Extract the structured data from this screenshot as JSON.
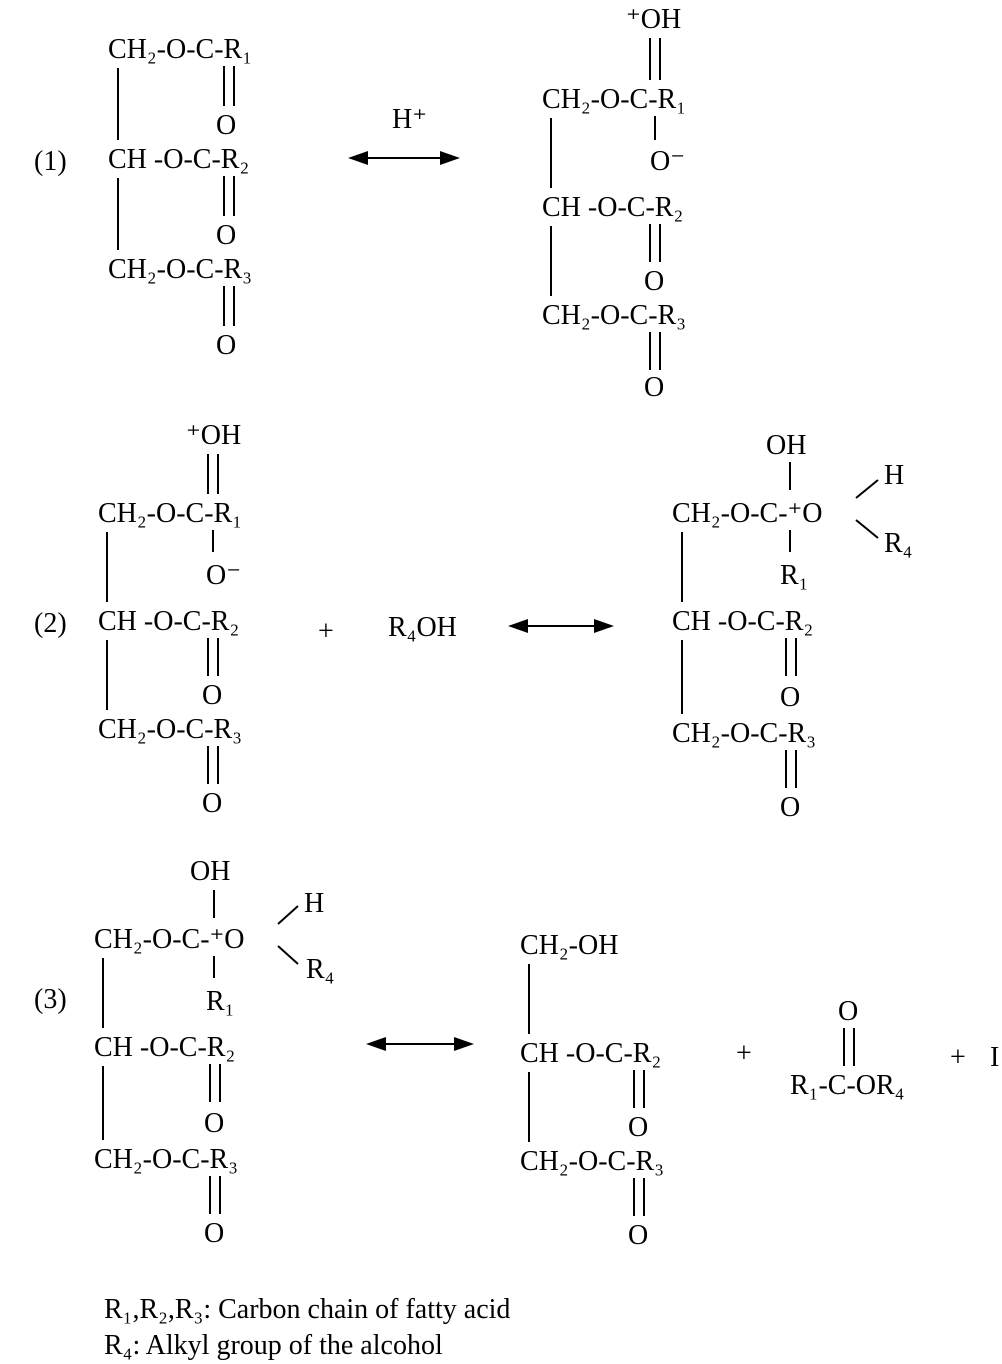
{
  "reactions": [
    {
      "label": "(1)",
      "reactant": {
        "rows": [
          {
            "group": "CH₂-O-C-R₁",
            "carbonyl_o": "O"
          },
          {
            "group": "CH -O-C-R₂",
            "carbonyl_o": "O"
          },
          {
            "group": "CH₂-O-C-R₃",
            "carbonyl_o": "O"
          }
        ]
      },
      "catalyst": "H⁺",
      "product": {
        "top_substituent": "⁺OH",
        "bottom_substituent": "O⁻",
        "rows": [
          {
            "group": "CH₂-O-C-R₁"
          },
          {
            "group": "CH -O-C-R₂",
            "carbonyl_o": "O"
          },
          {
            "group": "CH₂-O-C-R₃",
            "carbonyl_o": "O"
          }
        ]
      }
    },
    {
      "label": "(2)",
      "reactant": {
        "top_substituent": "⁺OH",
        "bottom_substituent": "O⁻",
        "rows": [
          {
            "group": "CH₂-O-C-R₁"
          },
          {
            "group": "CH -O-C-R₂",
            "carbonyl_o": "O"
          },
          {
            "group": "CH₂-O-C-R₃",
            "carbonyl_o": "O"
          }
        ]
      },
      "plus": "+",
      "reagent": "R₄OH",
      "product": {
        "top_substituent": "OH",
        "below_substituent": "R₁",
        "oxonium_h": "H",
        "oxonium_r": "R₄",
        "rows": [
          {
            "group": "CH₂-O-C-⁺O"
          },
          {
            "group": "CH -O-C-R₂",
            "carbonyl_o": "O"
          },
          {
            "group": "CH₂-O-C-R₃",
            "carbonyl_o": "O"
          }
        ]
      }
    },
    {
      "label": "(3)",
      "reactant": {
        "top_substituent": "OH",
        "below_substituent": "R₁",
        "oxonium_h": "H",
        "oxonium_r": "R₄",
        "rows": [
          {
            "group": "CH₂-O-C-⁺O"
          },
          {
            "group": "CH -O-C-R₂",
            "carbonyl_o": "O"
          },
          {
            "group": "CH₂-O-C-R₃",
            "carbonyl_o": "O"
          }
        ]
      },
      "product": {
        "rows": [
          {
            "group": "CH₂-OH"
          },
          {
            "group": "CH -O-C-R₂",
            "carbonyl_o": "O"
          },
          {
            "group": "CH₂-O-C-R₃",
            "carbonyl_o": "O"
          }
        ]
      },
      "plus_1": "+",
      "ester": {
        "carbonyl_o": "O",
        "formula": "R₁-C-OR₄"
      },
      "plus_2": "+",
      "cut_off_text": "I"
    }
  ],
  "legend": [
    "R₁,R₂,R₃: Carbon chain of fatty acid",
    "R₄: Alkyl group of the alcohol"
  ]
}
